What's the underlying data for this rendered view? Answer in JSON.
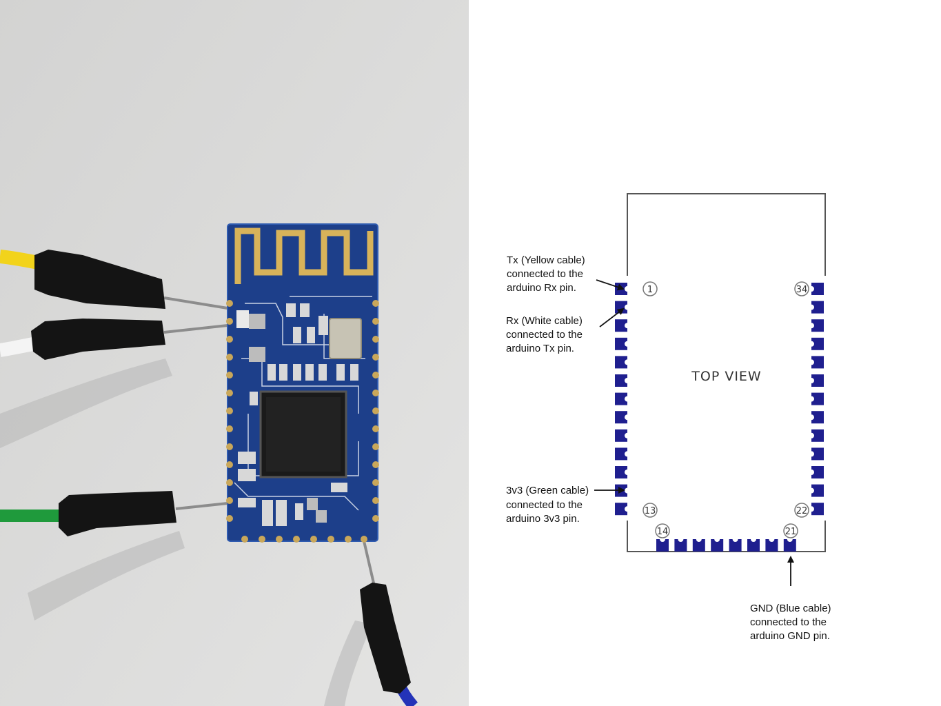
{
  "module": {
    "top_view_label": "TOP VIEW",
    "pin_labels": [
      "1",
      "34",
      "13",
      "22",
      "14",
      "21"
    ],
    "pad_color": "#1f1f8f",
    "outline_color": "#555555",
    "left_pin_count": 13,
    "right_pin_count": 13,
    "bottom_pin_count": 8
  },
  "annotations": [
    {
      "lines": [
        "Tx (Yellow cable)",
        "connected to the",
        "arduino Rx pin."
      ]
    },
    {
      "lines": [
        "Rx (White cable)",
        "connected to the",
        "arduino Tx pin."
      ]
    },
    {
      "lines": [
        "3v3 (Green cable)",
        "connected to the",
        "arduino 3v3 pin."
      ]
    },
    {
      "lines": [
        "GND (Blue cable)",
        "connected to the",
        "arduino GND pin."
      ]
    }
  ],
  "photo": {
    "board_color": "#1d3f8a",
    "antenna_color": "#d8b35a",
    "wire_colors": {
      "yellow": "#f2d31b",
      "white": "#f4f4f4",
      "green": "#1f9a3c",
      "blue": "#2433b8"
    },
    "background_color": "#dcdcdb"
  }
}
